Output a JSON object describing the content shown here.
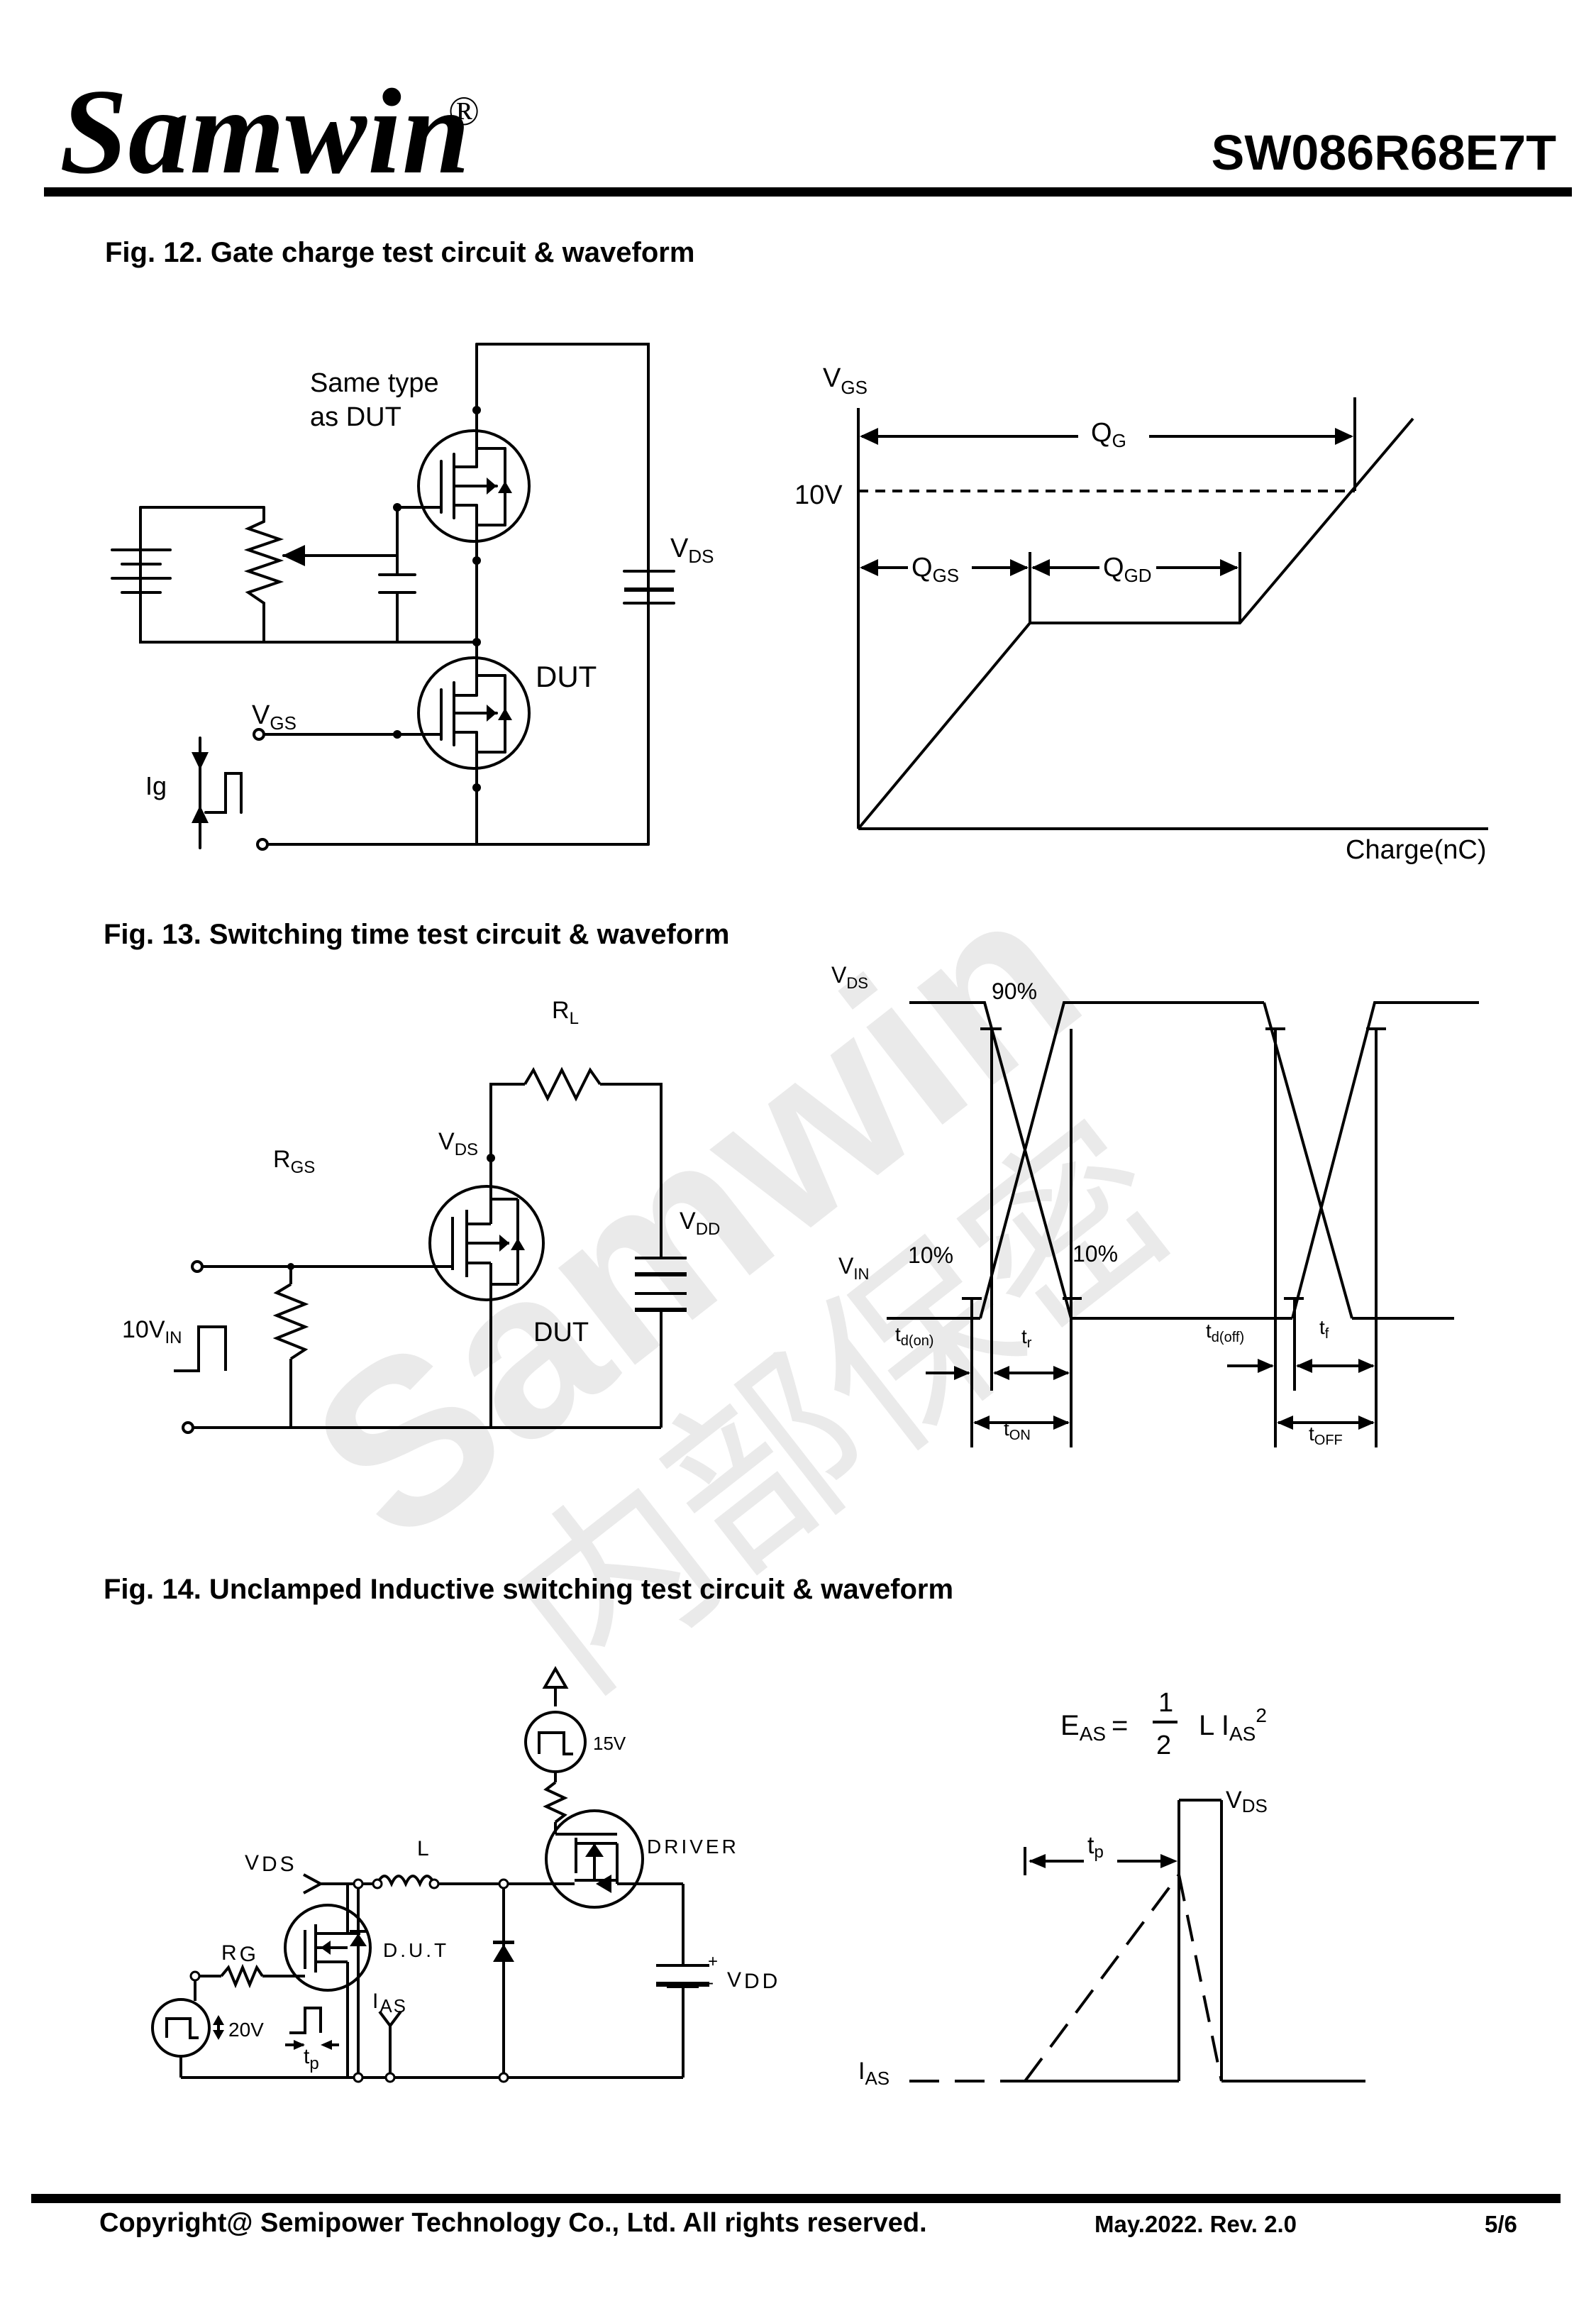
{
  "header": {
    "brand": "Samwin",
    "brand_mark": "®",
    "part_number": "SW086R68E7T"
  },
  "watermark": {
    "text_line1": "Samwin",
    "text_line2": "内部保密"
  },
  "fig12": {
    "title": "Fig. 12. Gate charge test circuit & waveform",
    "circuit": {
      "same_type_line1": "Same type",
      "same_type_line2": "as DUT",
      "vds": "V",
      "vds_sub": "DS",
      "dut": "DUT",
      "vgs": "V",
      "vgs_sub": "GS",
      "ig": "Ig"
    },
    "waveform": {
      "y_label": "V",
      "y_label_sub": "GS",
      "level_10v": "10V",
      "qg": "Q",
      "qg_sub": "G",
      "qgs": "Q",
      "qgs_sub": "GS",
      "qgd": "Q",
      "qgd_sub": "GD",
      "x_label": "Charge(nC)"
    }
  },
  "fig13": {
    "title": "Fig. 13. Switching time test circuit & waveform",
    "circuit": {
      "rl": "R",
      "rl_sub": "L",
      "rgs": "R",
      "rgs_sub": "GS",
      "vds": "V",
      "vds_sub": "DS",
      "vdd": "V",
      "vdd_sub": "DD",
      "vin": "10V",
      "vin_sub": "IN",
      "dut": "DUT"
    },
    "waveform": {
      "vds": "V",
      "vds_sub": "DS",
      "vin": "V",
      "vin_sub": "IN",
      "p90": "90%",
      "p10_left": "10%",
      "p10_right": "10%",
      "tdon": "t",
      "tdon_sub": "d(on)",
      "tr": "t",
      "tr_sub": "r",
      "ton": "t",
      "ton_sub": "ON",
      "tdoff": "t",
      "tdoff_sub": "d(off)",
      "tf": "t",
      "tf_sub": "f",
      "toff": "t",
      "toff_sub": "OFF"
    }
  },
  "fig14": {
    "title": "Fig. 14. Unclamped Inductive switching test circuit & waveform",
    "circuit": {
      "vds": "V",
      "vds_sub": "DS",
      "l": "L",
      "v15": "15V",
      "driver": "DRIVER",
      "dut": "D.U.T",
      "rg": "R",
      "rg_sub": "G",
      "ias": "I",
      "ias_sub": "AS",
      "v20": "20V",
      "tp": "t",
      "tp_sub": "p",
      "vdd": "V",
      "vdd_sub": "DD",
      "plus": "+",
      "minus": "-"
    },
    "waveform": {
      "eas": "E",
      "eas_sub": "AS",
      "eq": "=",
      "num": "1",
      "den": "2",
      "l": "L I",
      "ias_sub": "AS",
      "sq": "2",
      "vds": "V",
      "vds_sub": "DS",
      "tp": "t",
      "tp_sub": "p",
      "ias": "I",
      "ias_sub2": "AS"
    }
  },
  "footer": {
    "copyright": "Copyright@ Semipower Technology Co., Ltd. All rights reserved.",
    "revision": "May.2022. Rev. 2.0",
    "page": "5/6"
  }
}
